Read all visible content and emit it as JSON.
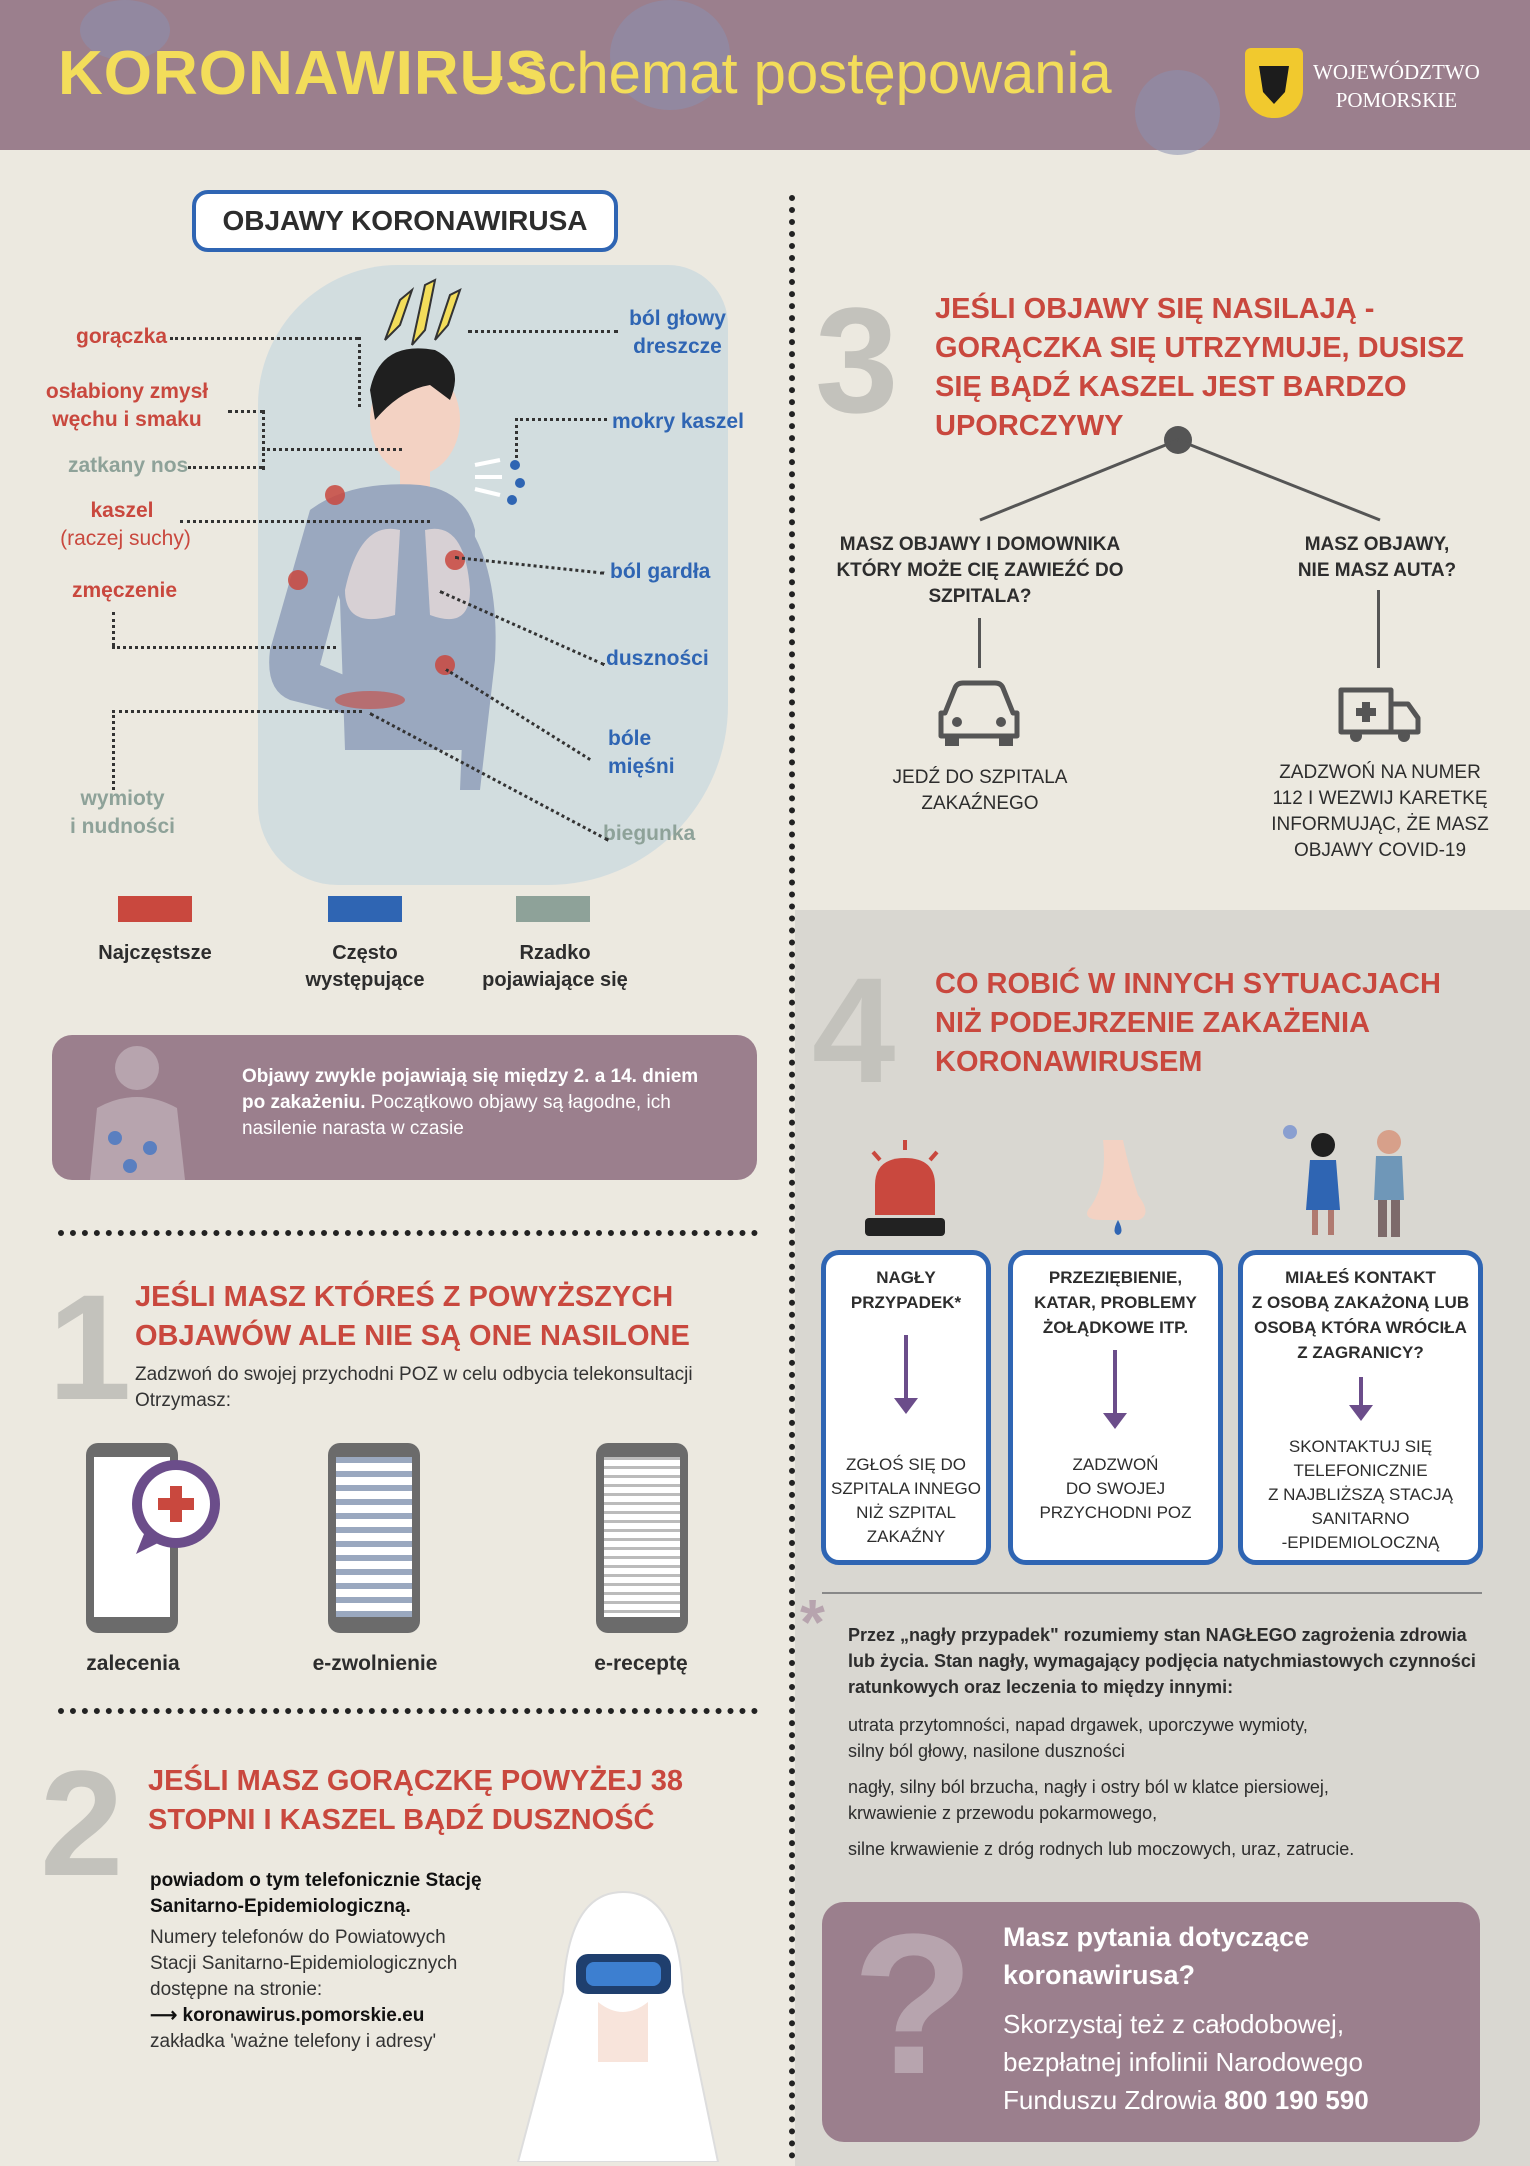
{
  "header": {
    "title_main": "KORONAWIRUS",
    "title_sub": "– schemat postępowania",
    "region": "WOJEWÓDZTWO\nPOMORSKIE"
  },
  "symptoms": {
    "title": "OBJAWY KORONAWIRUSA",
    "left": [
      {
        "label": "gorączka",
        "level": "red"
      },
      {
        "label": "osłabiony zmysł\nwęchu i smaku",
        "level": "red"
      },
      {
        "label": "zatkany nos",
        "level": "gray"
      },
      {
        "label": "kaszel",
        "level": "red"
      },
      {
        "label": "(raczej suchy)",
        "level": "red"
      },
      {
        "label": "zmęczenie",
        "level": "red"
      },
      {
        "label": "wymioty\ni nudności",
        "level": "gray"
      }
    ],
    "right": [
      {
        "label": "ból głowy\ndreszcze",
        "level": "blue"
      },
      {
        "label": "mokry kaszel",
        "level": "blue"
      },
      {
        "label": "ból gardła",
        "level": "blue"
      },
      {
        "label": "duszności",
        "level": "blue"
      },
      {
        "label": "bóle\nmięśni",
        "level": "blue"
      },
      {
        "label": "biegunka",
        "level": "gray"
      }
    ],
    "legend": [
      {
        "label": "Najczęstsze",
        "color": "#c9483e"
      },
      {
        "label": "Często\nwystępujące",
        "color": "#2f65b3"
      },
      {
        "label": "Rzadko\npojawiające się",
        "color": "#8ea299"
      }
    ],
    "info_bold": "Objawy zwykle pojawiają się między 2. a 14. dniem po zakażeniu.",
    "info_rest": " Początkowo objawy są łagodne, ich nasilenie narasta w czasie"
  },
  "step1": {
    "num": "1",
    "heading": "JEŚLI MASZ KTÓREŚ Z POWYŻSZYCH OBJAWÓW ALE NIE SĄ ONE NASILONE",
    "text": "Zadzwoń do swojej przychodni POZ w celu odbycia telekonsultacji\nOtrzymasz:",
    "items": [
      "zalecenia",
      "e-zwolnienie",
      "e-receptę"
    ]
  },
  "step2": {
    "num": "2",
    "heading": "JEŚLI MASZ GORĄCZKĘ POWYŻEJ 38 STOPNI I KASZEL BĄDŹ DUSZNOŚĆ",
    "bold": "powiadom o tym telefonicznie Stację Sanitarno-Epidemiologiczną.",
    "text1": "Numery telefonów do Powiatowych Stacji Sanitarno-Epidemiologicznych dostępne na stronie:",
    "link": "koronawirus.pomorskie.eu",
    "text2": "zakładka 'ważne telefony i adresy'"
  },
  "step3": {
    "num": "3",
    "heading": "JEŚLI OBJAWY SIĘ NASILAJĄ - GORĄCZKA SIĘ UTRZYMUJE, DUSISZ SIĘ BĄDŹ KASZEL JEST BARDZO UPORCZYWY",
    "q1": "MASZ OBJAWY I DOMOWNIKA KTÓRY MOŻE CIĘ ZAWIEŹĆ DO SZPITALA?",
    "a1": "JEDŹ DO SZPITALA ZAKAŹNEGO",
    "q2": "MASZ OBJAWY,\nNIE MASZ AUTA?",
    "a2": "ZADZWOŃ NA NUMER 112 I WEZWIJ KARETKĘ INFORMUJĄC, ŻE MASZ OBJAWY COVID-19"
  },
  "step4": {
    "num": "4",
    "heading": "CO ROBIĆ W INNYCH SYTUACJACH NIŻ PODEJRZENIE ZAKAŻENIA KORONAWIRUSEM",
    "boxes": [
      {
        "h": "NAGŁY\nPRZYPADEK*",
        "t": "ZGŁOŚ SIĘ DO\nSZPITALA INNEGO\nNIŻ SZPITAL\nZAKAŹNY"
      },
      {
        "h": "PRZEZIĘBIENIE,\nKATAR, PROBLEMY\nŻOŁĄDKOWE ITP.",
        "t": "ZADZWOŃ\nDO SWOJEJ\nPRZYCHODNI POZ"
      },
      {
        "h": "MIAŁEŚ KONTAKT\nZ OSOBĄ ZAKAŻONĄ LUB\nOSOBĄ KTÓRA WRÓCIŁA\nZ ZAGRANICY?",
        "t": "SKONTAKTUJ SIĘ\nTELEFONICZNIE\nZ NAJBLIŻSZĄ STACJĄ\nSANITARNO\n-EPIDEMIOLOCZNĄ"
      }
    ],
    "note_bold": "Przez „nagły przypadek\" rozumiemy stan NAGŁEGO zagrożenia zdrowia lub życia. Stan nagły, wymagający podjęcia natychmiastowych czynności ratunkowych oraz leczenia to między innymi:",
    "note_lines": [
      "utrata przytomności, napad drgawek, uporczywe wymioty,\nsilny ból głowy, nasilone duszności",
      "nagły, silny ból brzucha, nagły i ostry ból w klatce piersiowej,\nkrwawienie z przewodu pokarmowego,",
      "silne krwawienie z dróg rodnych lub moczowych, uraz, zatrucie."
    ]
  },
  "qa": {
    "mark": "?",
    "heading": "Masz pytania dotyczące\nkoronawirusa?",
    "text": "Skorzystaj też z całodobowej, bezpłatnej infolinii Narodowego Funduszu Zdrowia",
    "phone": "800 190 590"
  }
}
